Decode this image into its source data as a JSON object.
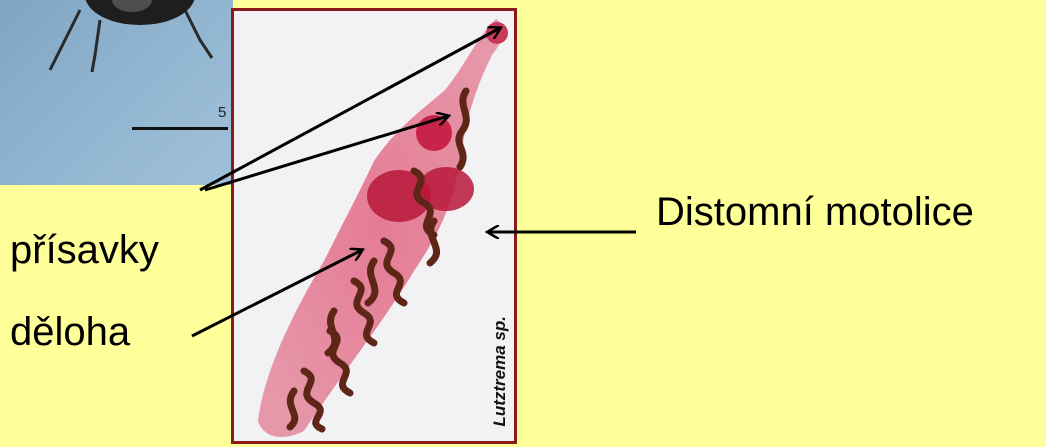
{
  "inset_photo": {
    "icon": "beetle-photo",
    "scale_label": "5"
  },
  "micrograph": {
    "species_label": "Lutztrema sp."
  },
  "labels": {
    "suckers": "přísavky",
    "uterus": "děloha",
    "title": "Distomní motolice"
  },
  "colors": {
    "background": "#FFFF99",
    "frame": "#8B1A1A",
    "stain": "#d8506b",
    "eggs": "#6b2a1a"
  }
}
